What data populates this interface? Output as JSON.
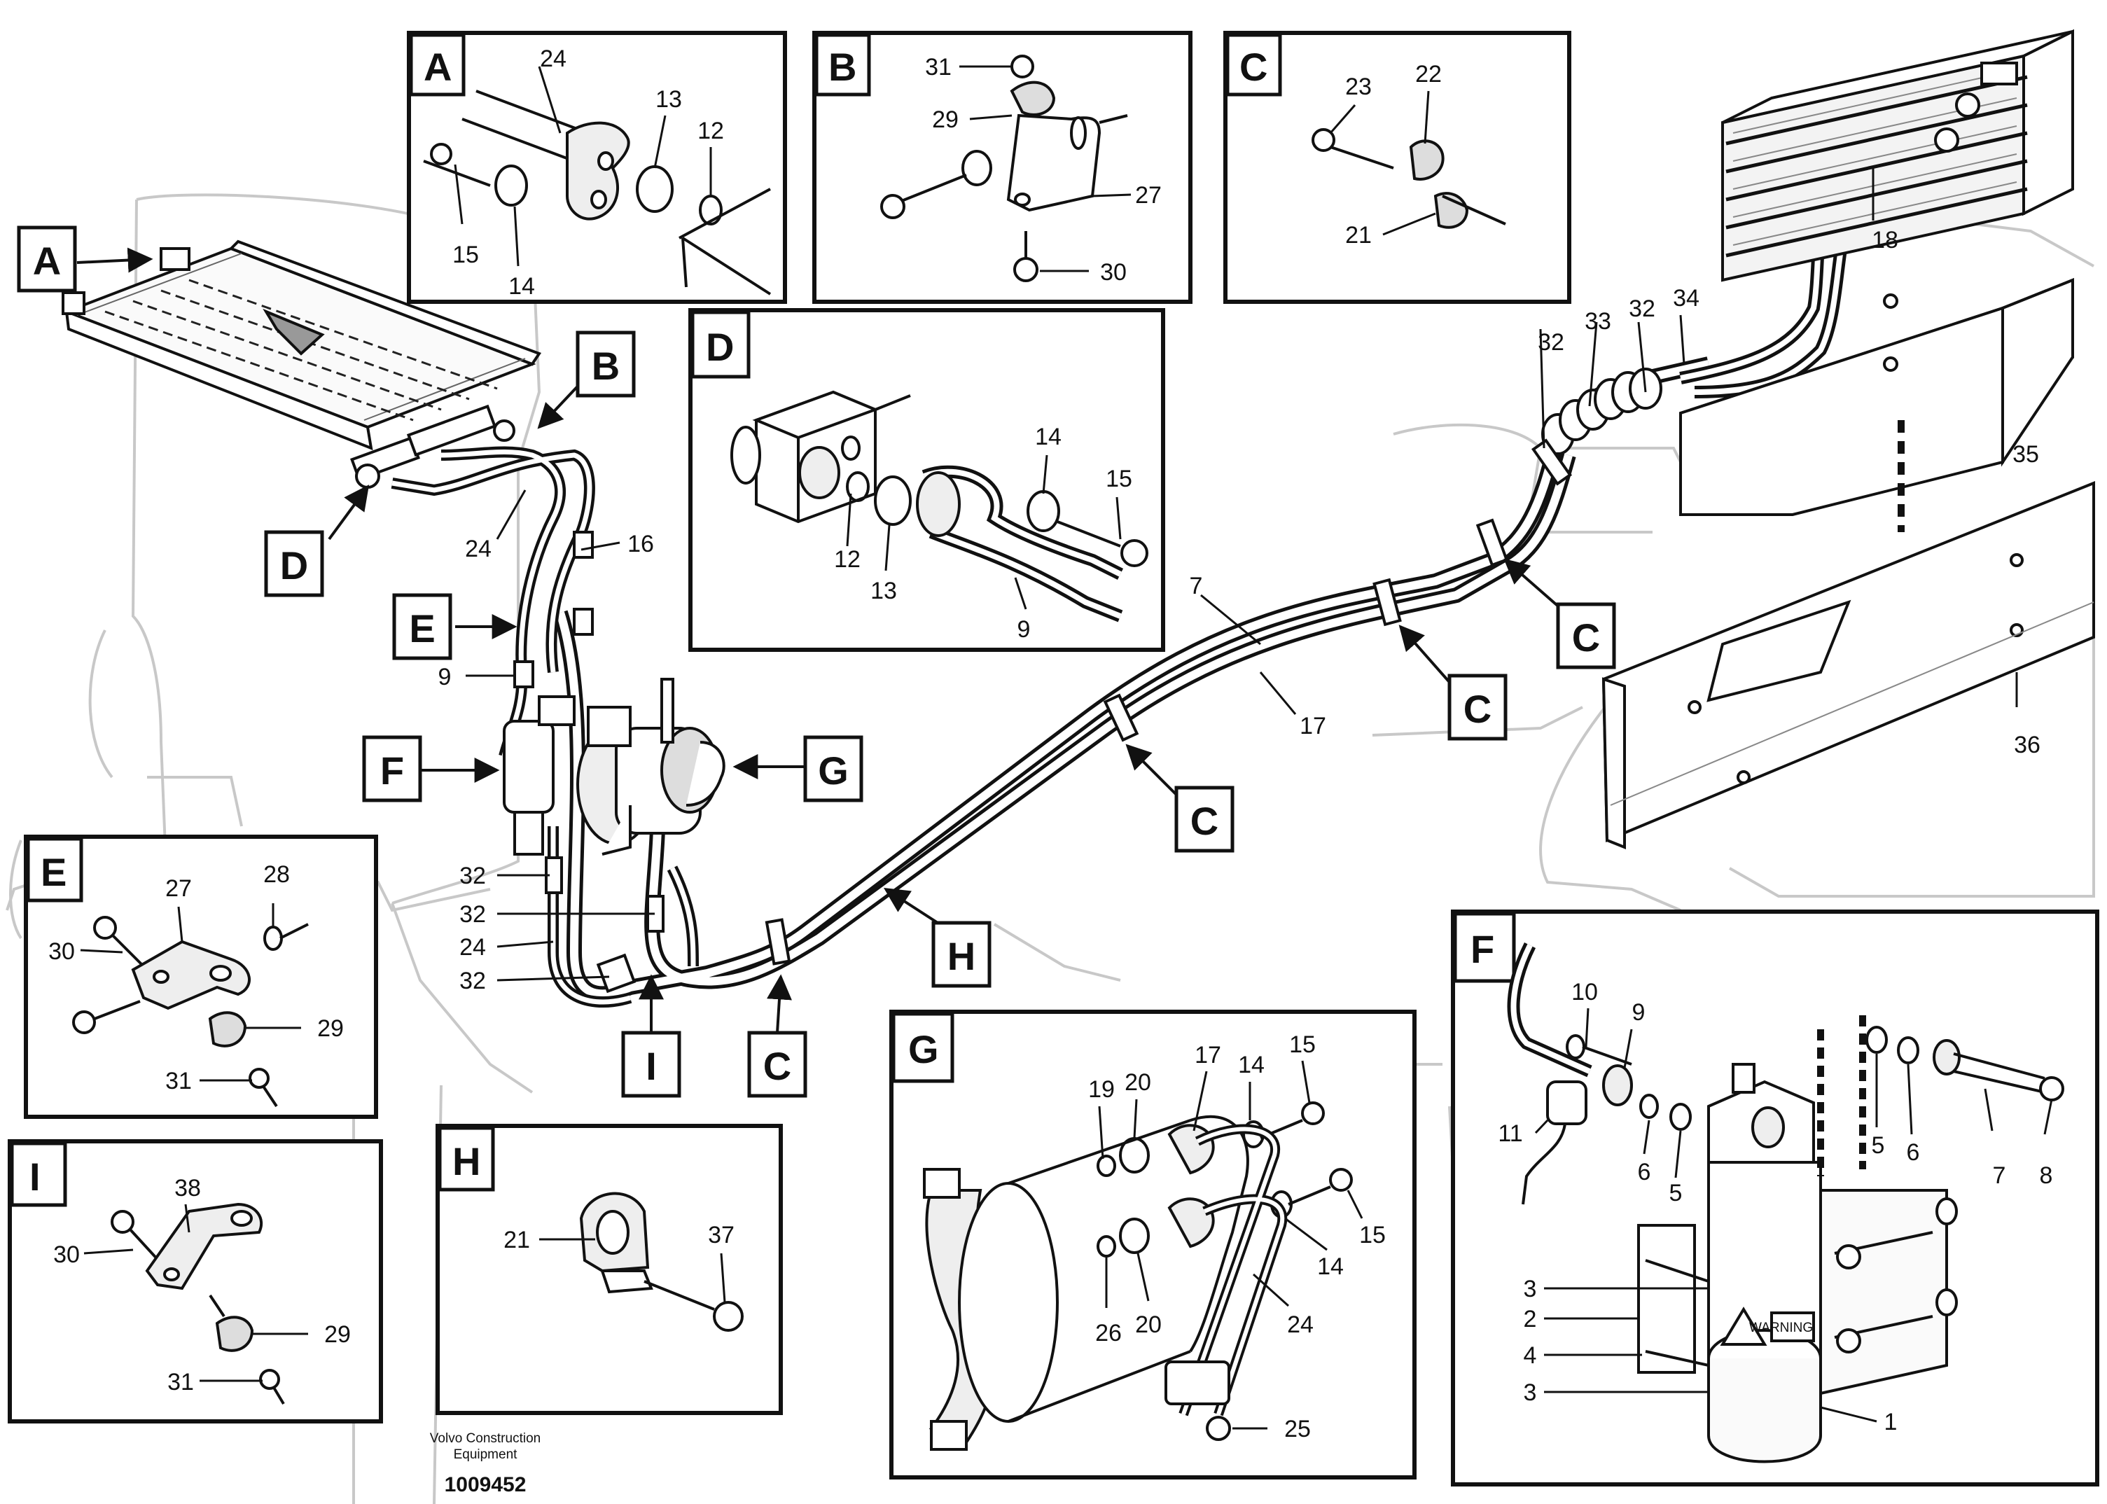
{
  "caption": {
    "company_line1": "Volvo Construction",
    "company_line2": "Equipment",
    "document_number": "1009452"
  },
  "detail_panels": {
    "A": {
      "letter": "A",
      "parts": [
        "24",
        "13",
        "12",
        "15",
        "14"
      ]
    },
    "B": {
      "letter": "B",
      "parts": [
        "31",
        "29",
        "27",
        "30"
      ]
    },
    "C": {
      "letter": "C",
      "parts": [
        "23",
        "22",
        "21"
      ]
    },
    "D": {
      "letter": "D",
      "parts": [
        "14",
        "15",
        "12",
        "13",
        "9"
      ]
    },
    "E": {
      "letter": "E",
      "parts": [
        "27",
        "28",
        "30",
        "29",
        "31"
      ]
    },
    "F": {
      "letter": "F",
      "parts": [
        "10",
        "9",
        "11",
        "6",
        "5",
        "5",
        "6",
        "7",
        "8",
        "3",
        "2",
        "4",
        "3",
        "1"
      ]
    },
    "G": {
      "letter": "G",
      "parts": [
        "17",
        "14",
        "15",
        "20",
        "19",
        "15",
        "14",
        "26",
        "20",
        "24",
        "25"
      ]
    },
    "H": {
      "letter": "H",
      "parts": [
        "21",
        "37"
      ]
    },
    "I": {
      "letter": "I",
      "parts": [
        "38",
        "30",
        "29",
        "31"
      ]
    }
  },
  "main_view": {
    "callout_letters": [
      "A",
      "B",
      "D",
      "E",
      "F",
      "G",
      "I",
      "C",
      "H",
      "C",
      "C",
      "C"
    ],
    "part_numbers": [
      "24",
      "16",
      "9",
      "32",
      "32",
      "24",
      "32",
      "7",
      "17",
      "32",
      "33",
      "32",
      "34",
      "18",
      "35",
      "36"
    ]
  },
  "warning_label": "WARNING"
}
